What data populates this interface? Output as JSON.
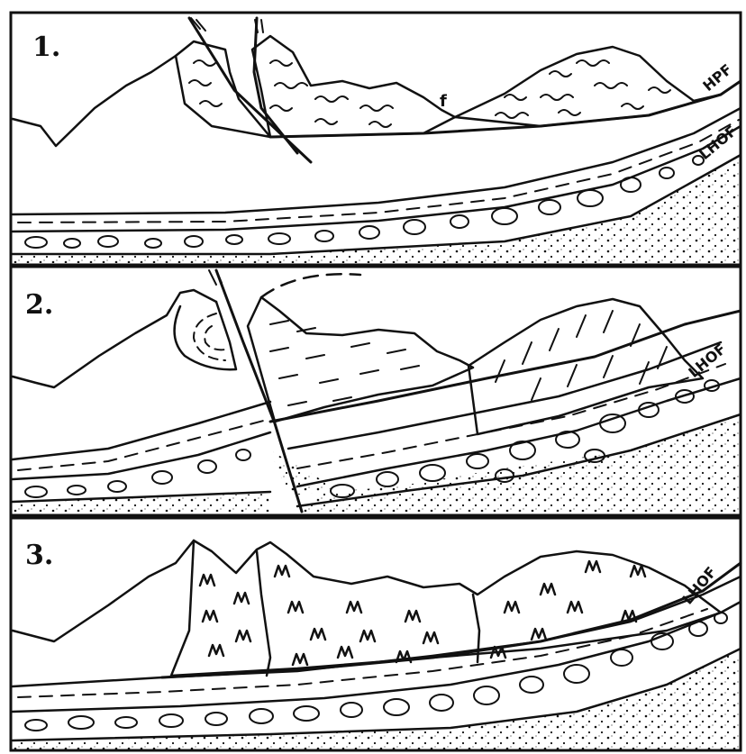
{
  "panels": [
    {
      "number": "1.",
      "labels": {
        "fault_a": "HPF",
        "fault_b": "LHOF",
        "mark": "f"
      }
    },
    {
      "number": "2.",
      "labels": {
        "fault_b": "LHOF"
      }
    },
    {
      "number": "3.",
      "labels": {
        "fault_b": "LHOF"
      }
    }
  ]
}
